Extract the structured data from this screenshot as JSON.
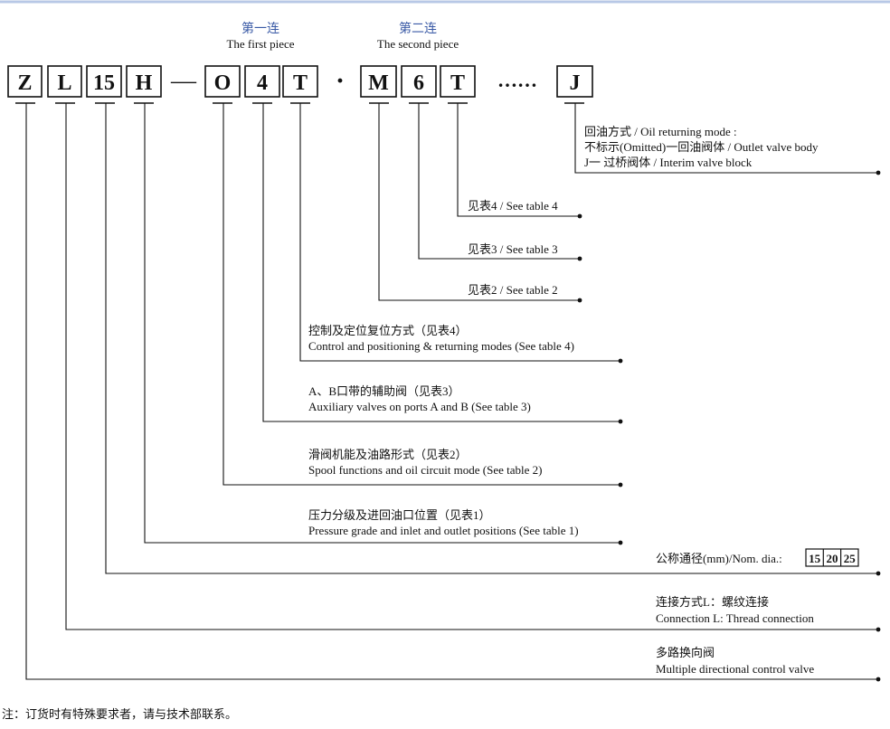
{
  "header": {
    "first_piece_cn": "第一连",
    "first_piece_en": "The first piece",
    "second_piece_cn": "第二连",
    "second_piece_en": "The second piece"
  },
  "code": {
    "boxes": [
      "Z",
      "L",
      "15",
      "H",
      "O",
      "4",
      "T",
      "M",
      "6",
      "T",
      "J"
    ],
    "dash": "—",
    "dot": "·",
    "ellipsis": "……"
  },
  "annotations": {
    "oil_return": {
      "line1": "回油方式 / Oil returning mode :",
      "line2": "不标示(Omitted)一回油阀体 / Outlet valve body",
      "line3": "J一 过桥阀体 / Interim valve block"
    },
    "table4": "见表4 / See table 4",
    "table3": "见表3 / See table 3",
    "table2": "见表2 / See table 2",
    "control": {
      "cn": "控制及定位复位方式（见表4）",
      "en": "Control and positioning & returning modes (See table 4)"
    },
    "auxiliary": {
      "cn": "A、B口带的辅助阀（见表3）",
      "en": "Auxiliary valves on ports A and B (See table 3)"
    },
    "spool": {
      "cn": "滑阀机能及油路形式（见表2）",
      "en": "Spool functions and oil circuit mode (See table 2)"
    },
    "pressure": {
      "cn": "压力分级及进回油口位置（见表1）",
      "en": "Pressure grade and inlet and outlet positions (See table 1)"
    },
    "nominal": {
      "label": "公称通径(mm)/Nom. dia.:",
      "values": [
        "15",
        "20",
        "25"
      ]
    },
    "connection": {
      "cn": "连接方式L：螺纹连接",
      "en": "Connection L: Thread connection"
    },
    "multiple": {
      "cn": "多路换向阀",
      "en": "Multiple directional control valve"
    }
  },
  "footnote": "注：订货时有特殊要求者，请与技术部联系。",
  "colors": {
    "header_blue": "#3a5aa6",
    "line": "#222222",
    "top_rule": "#b8c8e6"
  }
}
